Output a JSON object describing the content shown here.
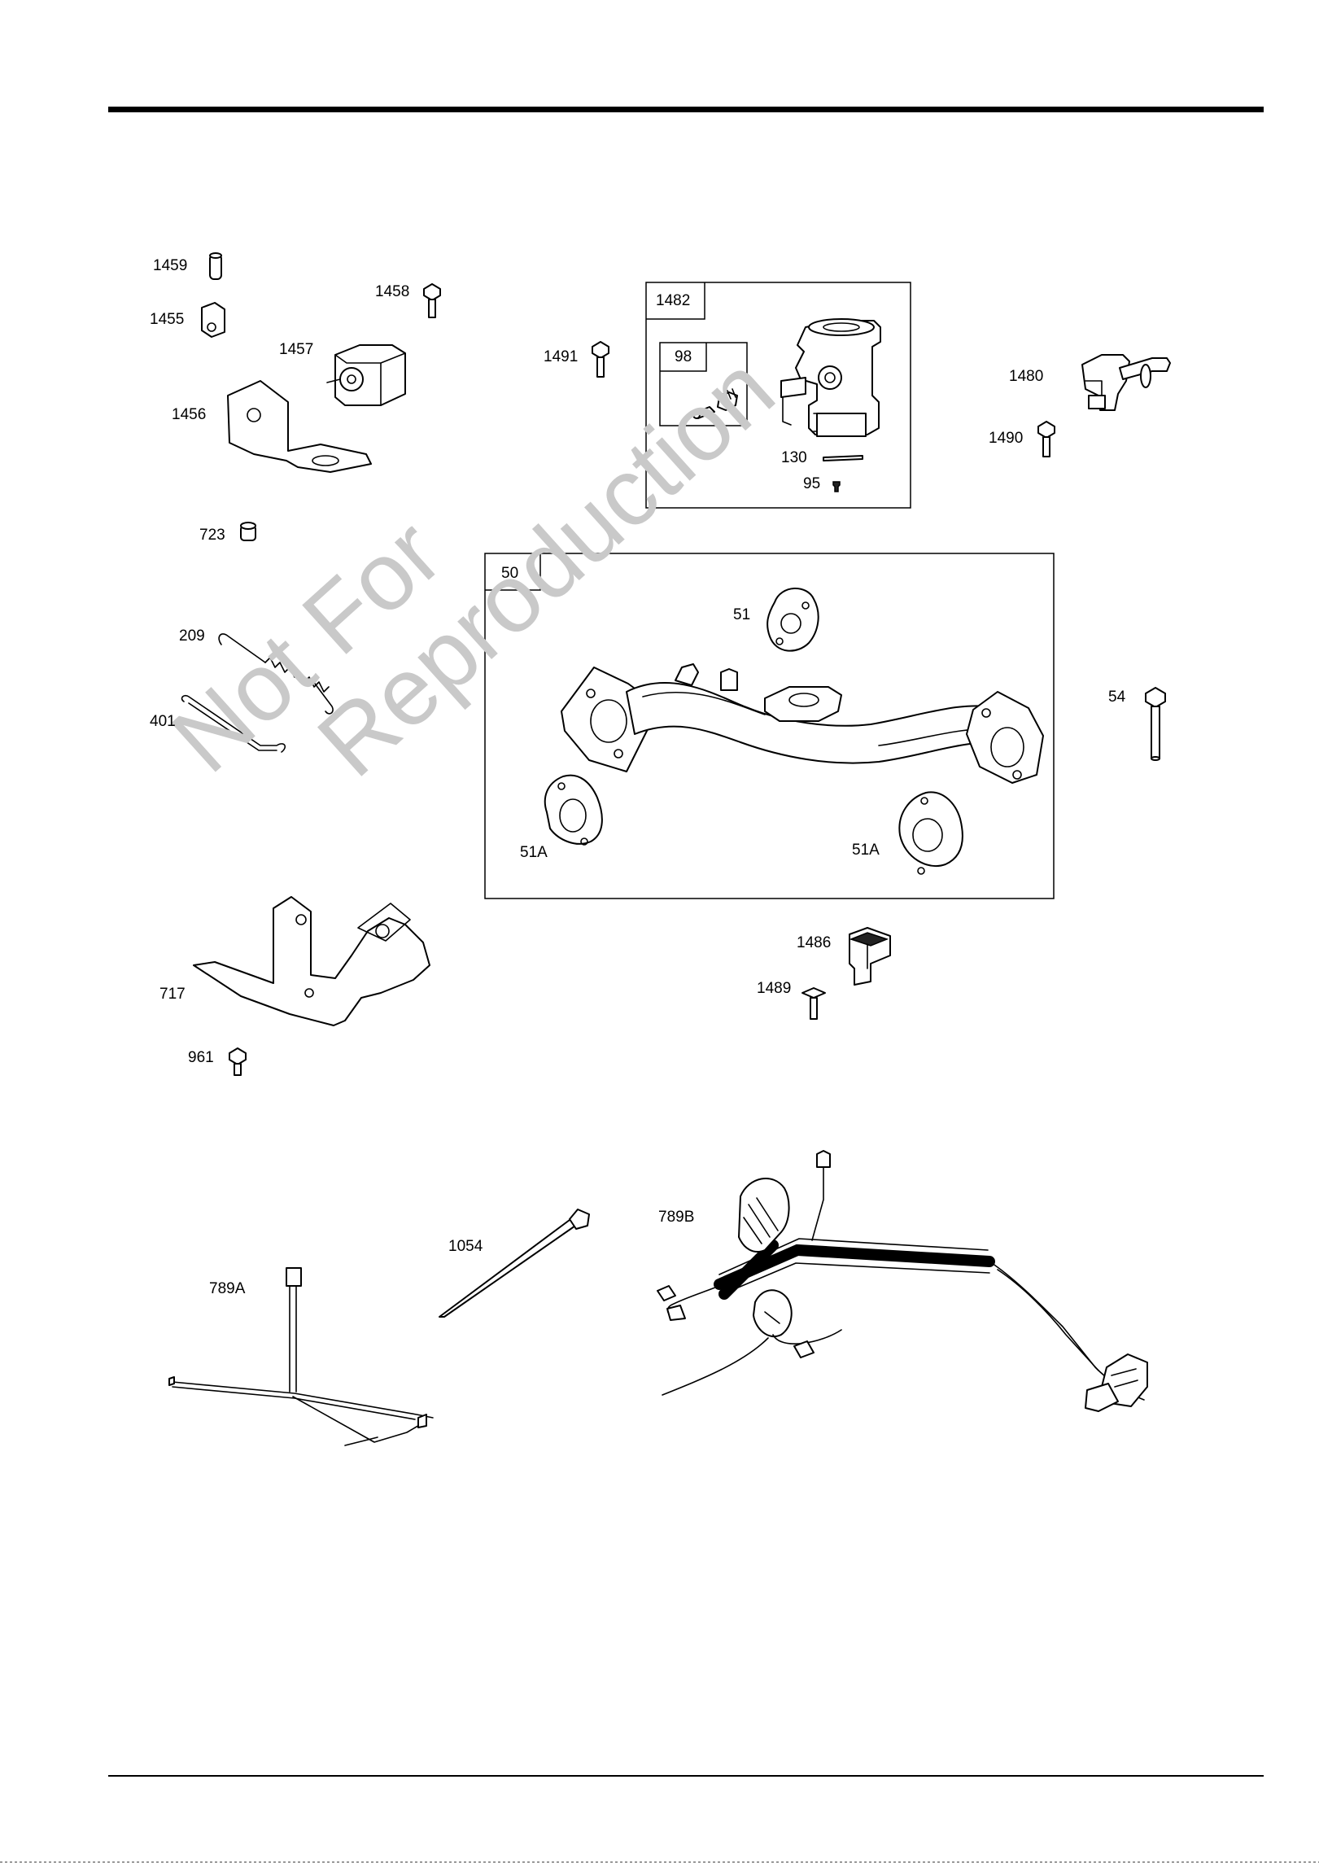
{
  "watermark": {
    "line1": "Not For",
    "line2": "Reproduction"
  },
  "boxes": {
    "carburetor_kit": "1482",
    "repair_kit": "98",
    "manifold": "50"
  },
  "labels": {
    "p1459": "1459",
    "p1458": "1458",
    "p1455": "1455",
    "p1457": "1457",
    "p1456": "1456",
    "p1491": "1491",
    "p1480": "1480",
    "p1490": "1490",
    "p130": "130",
    "p95": "95",
    "p723": "723",
    "p209": "209",
    "p401": "401",
    "p51": "51",
    "p51a_left": "51A",
    "p51a_right": "51A",
    "p54": "54",
    "p717": "717",
    "p961": "961",
    "p1486": "1486",
    "p1489": "1489",
    "p789b": "789B",
    "p1054": "1054",
    "p789a": "789A"
  }
}
